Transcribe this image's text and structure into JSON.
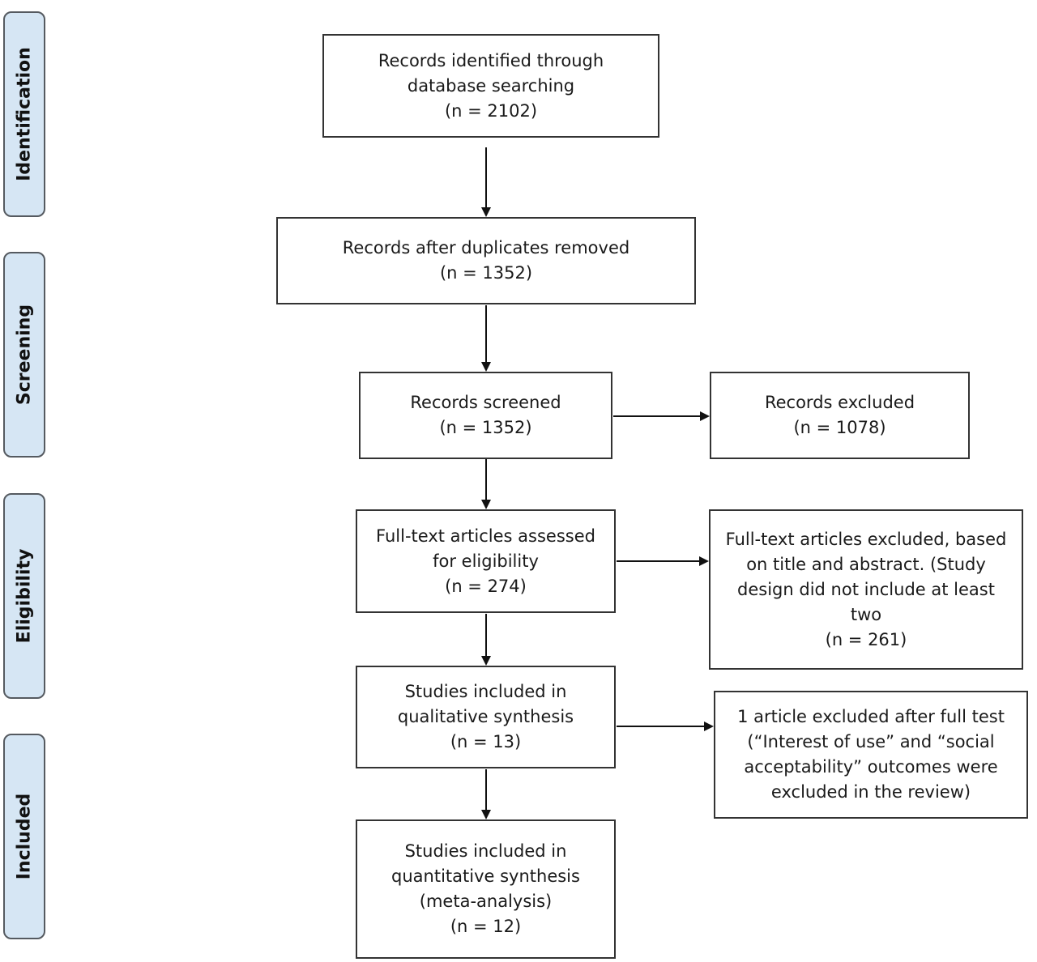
{
  "phases": {
    "identification": "Identification",
    "screening": "Screening",
    "eligibility": "Eligibility",
    "included": "Included"
  },
  "boxes": {
    "identified": {
      "line1": "Records identified through",
      "line2": "database searching",
      "count": "(n = 2102)"
    },
    "duplicates_removed": {
      "line1": "Records after duplicates removed",
      "count": "(n = 1352)"
    },
    "screened": {
      "line1": "Records screened",
      "count": "(n = 1352)"
    },
    "excluded": {
      "line1": "Records excluded",
      "count": "(n = 1078)"
    },
    "fulltext_assessed": {
      "line1": "Full-text articles assessed",
      "line2": "for eligibility",
      "count": "(n = 274)"
    },
    "fulltext_excluded": {
      "line1": "Full-text articles excluded, based",
      "line2": "on title and abstract. (Study",
      "line3": "design did not include at least",
      "line4": "two",
      "count": "(n = 261)"
    },
    "qualitative": {
      "line1": "Studies included in",
      "line2": "qualitative synthesis",
      "count": "(n = 13)"
    },
    "after_full_test_excluded": {
      "line1": "1 article excluded after full test",
      "line2": "(“Interest of use” and “social",
      "line3": "acceptability” outcomes were",
      "line4": "excluded in the review)"
    },
    "quantitative": {
      "line1": "Studies included in",
      "line2": "quantitative synthesis",
      "line3": "(meta-analysis)",
      "count": "(n = 12)"
    }
  }
}
